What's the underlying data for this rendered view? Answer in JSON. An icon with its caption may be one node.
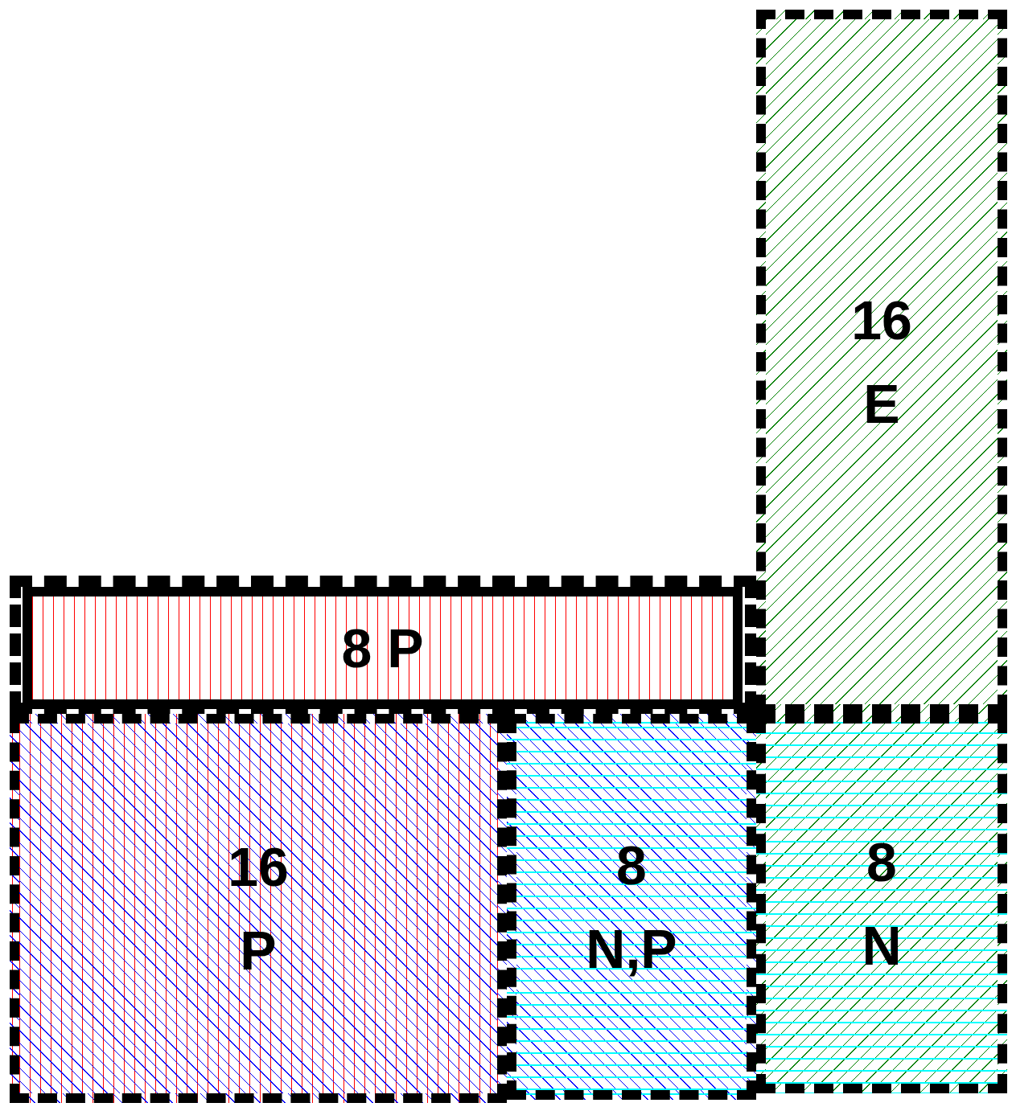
{
  "diagram": {
    "nodes": [
      {
        "text": [
          "16",
          "E"
        ]
      },
      {
        "text": [
          "8 P"
        ]
      },
      {
        "text": [
          "16",
          "P"
        ]
      },
      {
        "text": [
          "8",
          "N,P"
        ]
      },
      {
        "text": [
          "8",
          "N"
        ]
      }
    ]
  }
}
